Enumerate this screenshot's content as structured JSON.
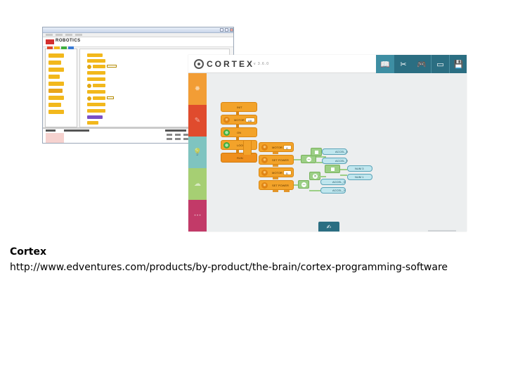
{
  "caption": {
    "title": "Cortex",
    "url": "http://www.edventures.com/products/by-product/the-brain/cortex-programming-software"
  },
  "old_app": {
    "logo_text": "ROBOTICS",
    "colors": {
      "logo_badge": "#d32f2f",
      "block_yellow": "#f2b81c",
      "block_purple": "#7a4fc7",
      "block_green": "#3fae3f"
    }
  },
  "cortex_app": {
    "brand": {
      "name": "CORTEX",
      "version": "v 3.6.0"
    },
    "colors": {
      "toolbar": "#2b6e82",
      "categories": [
        "#f29d35",
        "#e04b2d",
        "#7fc4c0",
        "#a6cf73",
        "#c23a68"
      ],
      "block": "#f3a32a",
      "operator": "#9ccf86",
      "value": "#bfe6ee"
    },
    "toolbar": [
      {
        "name": "book-icon",
        "glyph": "📖"
      },
      {
        "name": "tools-icon",
        "glyph": "✂"
      },
      {
        "name": "gamepad-icon",
        "glyph": "🎮"
      },
      {
        "name": "terminal-icon",
        "glyph": "▭"
      },
      {
        "name": "save-icon",
        "glyph": "💾"
      }
    ],
    "categories": [
      {
        "name": "sun-category-icon",
        "glyph": "✹"
      },
      {
        "name": "pencil-category-icon",
        "glyph": "✎"
      },
      {
        "name": "bulb-category-icon",
        "glyph": "💡"
      },
      {
        "name": "cloud-category-icon",
        "glyph": "☁"
      },
      {
        "name": "more-category-icon",
        "glyph": "•••"
      }
    ],
    "blocks": {
      "init": "INIT",
      "motor_ab": "MOTOR",
      "motor_ab_value": "AB",
      "on": "ON",
      "loop": "LOOP",
      "run": "RUN",
      "motor_a": "MOTOR",
      "motor_a_value": "A",
      "set_power_1": "SET POWER",
      "accel_x_1": "ACCEL_X",
      "accel_y_1": "ACCEL_Y",
      "motor_b": "MOTOR",
      "motor_b_value": "B",
      "set_power_2": "SET POWER",
      "num_3": "NUM 3",
      "num_1": "NUM 1",
      "accel_x_2": "ACCEL_X",
      "accel_y_2": "ACCEL_Y"
    },
    "bottom_button_glyph": "✍"
  }
}
